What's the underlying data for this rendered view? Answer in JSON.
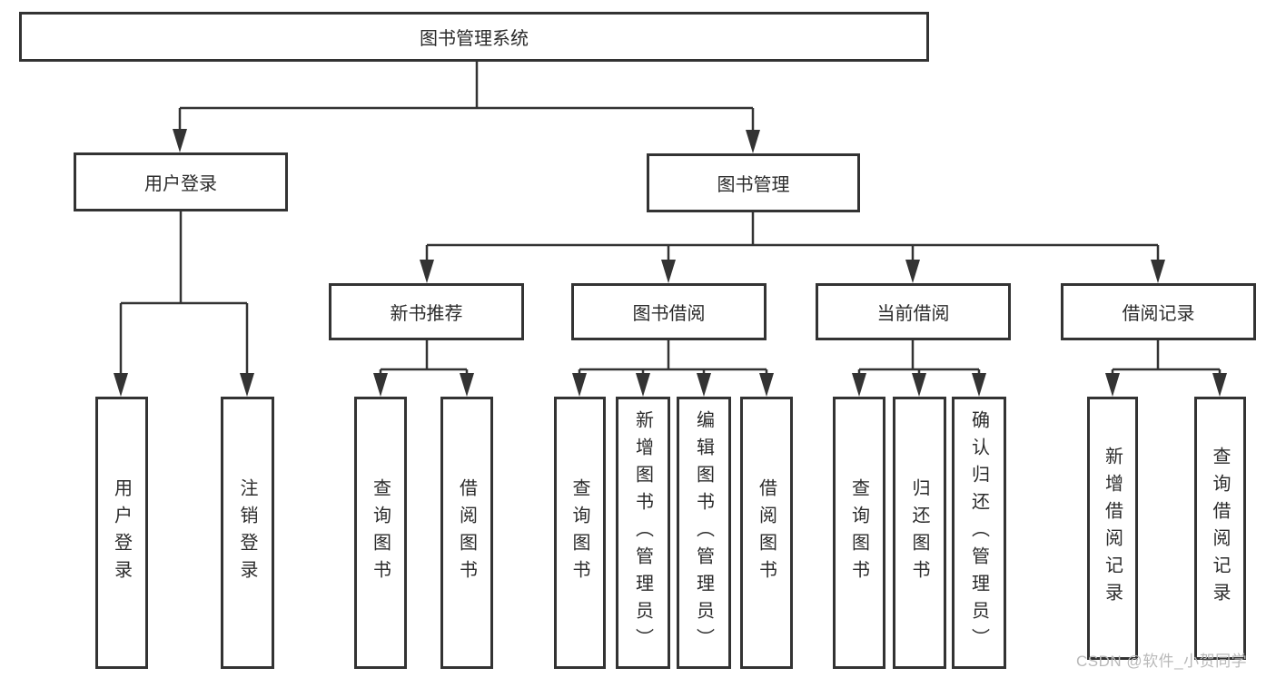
{
  "diagram": {
    "root": {
      "label": "图书管理系统"
    },
    "level2": [
      {
        "label": "用户登录"
      },
      {
        "label": "图书管理"
      }
    ],
    "level3": [
      {
        "label": "新书推荐"
      },
      {
        "label": "图书借阅"
      },
      {
        "label": "当前借阅"
      },
      {
        "label": "借阅记录"
      }
    ],
    "groups": [
      {
        "parent_label": "用户登录",
        "children": [
          "用户登录",
          "注销登录"
        ]
      },
      {
        "parent_label": "新书推荐",
        "children": [
          "查询图书",
          "借阅图书"
        ]
      },
      {
        "parent_label": "图书借阅",
        "children": [
          "查询图书",
          "新增图书（管理员）",
          "编辑图书（管理员）",
          "借阅图书"
        ]
      },
      {
        "parent_label": "当前借阅",
        "children": [
          "查询图书",
          "归还图书",
          "确认归还（管理员）"
        ]
      },
      {
        "parent_label": "借阅记录",
        "children": [
          "新增借阅记录",
          "查询借阅记录"
        ]
      }
    ]
  },
  "watermark": {
    "text": "CSDN @软件_小贺同学",
    "color": "#b9b9b9"
  },
  "colors": {
    "line": "#333333",
    "box_border": "#333333",
    "text": "#2b2b2b",
    "background": "#ffffff"
  }
}
